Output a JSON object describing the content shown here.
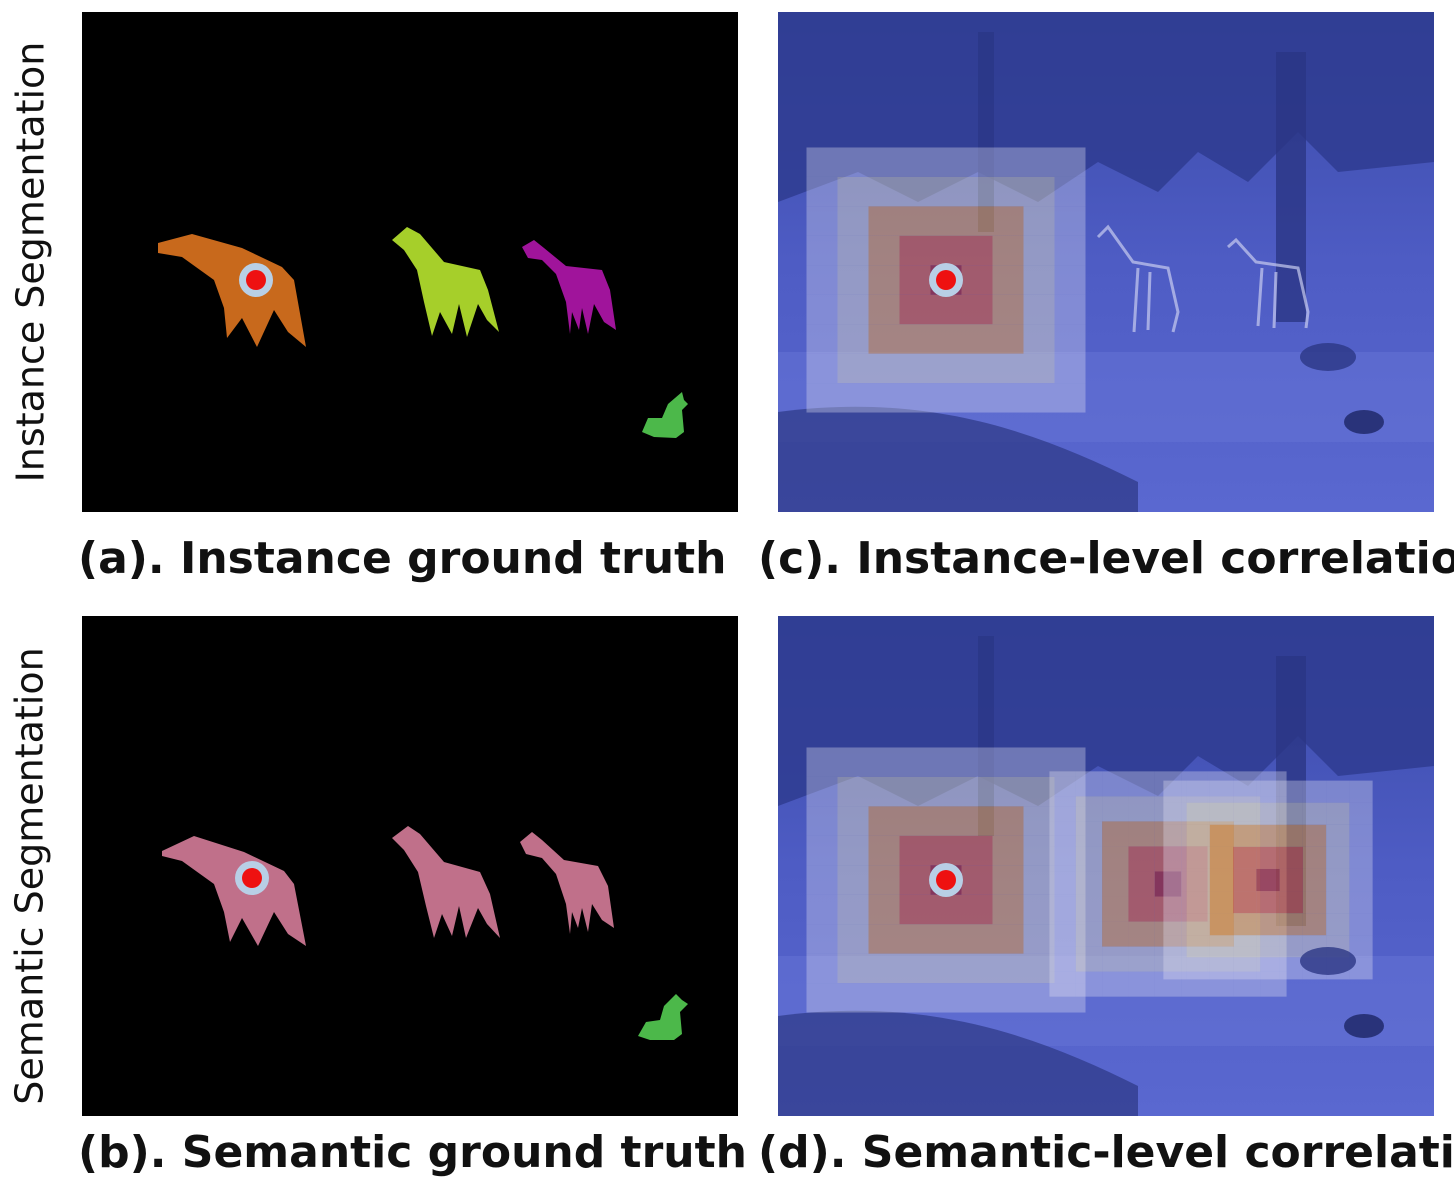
{
  "row_labels": {
    "top": "Instance Segmentation",
    "bottom": "Semantic Segmentation"
  },
  "captions": {
    "a": "(a). Instance ground truth",
    "b": "(b). Semantic ground truth",
    "c": "(c). Instance-level correlation",
    "d": "(d). Semantic-level correlation"
  },
  "colors": {
    "mask_background": "#000000",
    "instance_giraffe_1": "#c8691c",
    "instance_giraffe_2": "#a6cf2a",
    "instance_giraffe_3": "#a0149b",
    "cow": "#4cb84a",
    "semantic_giraffe": "#c0708a",
    "query_point": "#ee1111",
    "query_ring": "#b8cfe6",
    "heatmap_low": "#4a58c8",
    "heatmap_high": "#b01818"
  }
}
